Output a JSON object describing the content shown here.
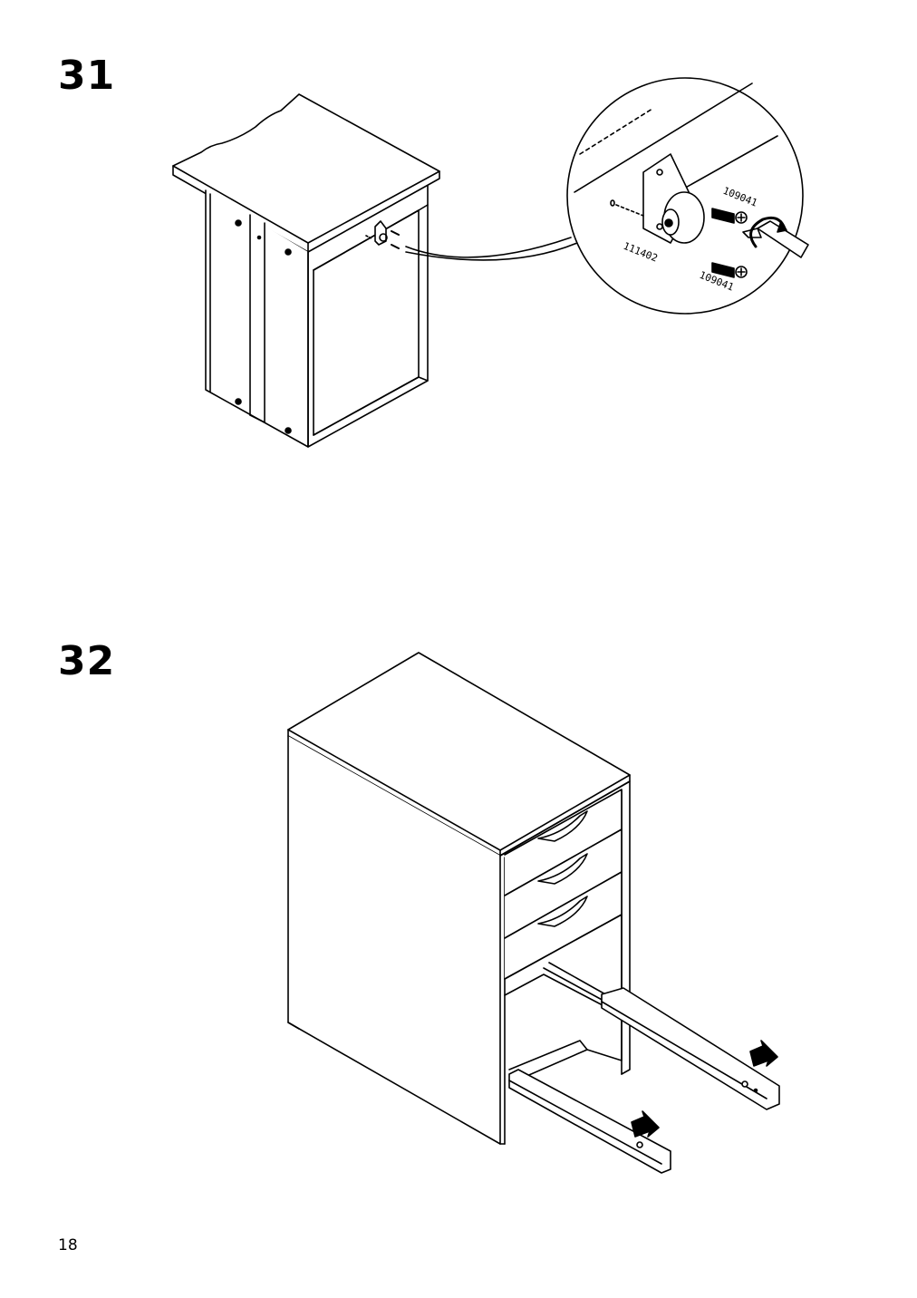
{
  "steps": [
    {
      "number": "31",
      "detail_labels": {
        "caster": "111402",
        "screw_upper": "109041",
        "screw_lower": "109041"
      }
    },
    {
      "number": "32"
    }
  ],
  "page_number": "18"
}
